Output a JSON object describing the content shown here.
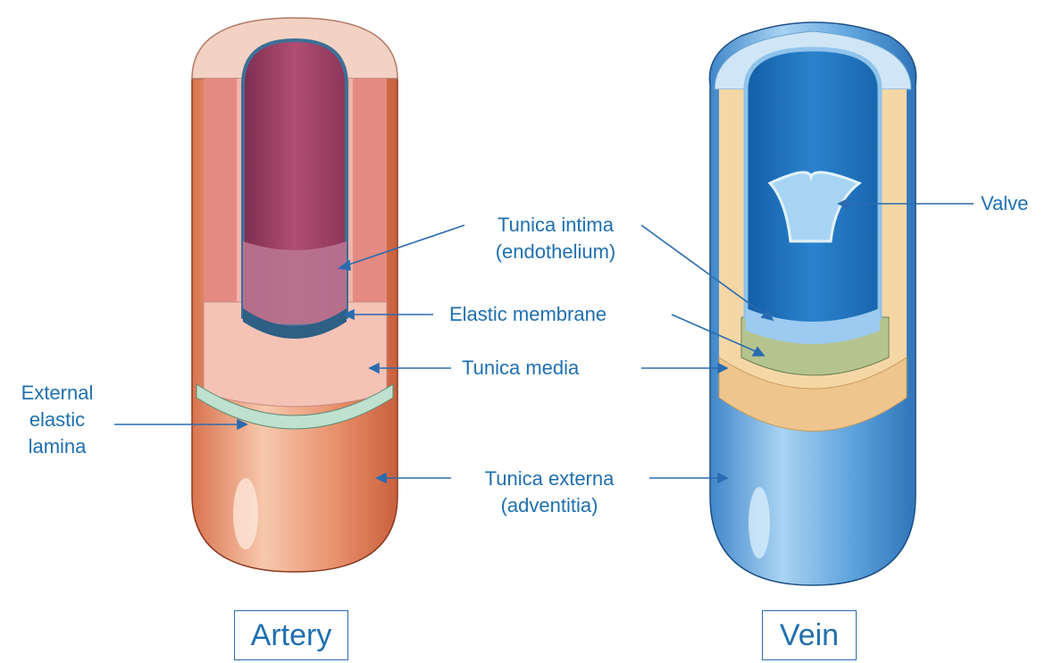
{
  "labels": {
    "tunica_intima": [
      "Tunica intima",
      "(endothelium)"
    ],
    "elastic_membrane": "Elastic membrane",
    "tunica_media": "Tunica media",
    "external_elastic_lamina": [
      "External",
      "elastic",
      "lamina"
    ],
    "tunica_externa": [
      "Tunica externa",
      "(adventitia)"
    ],
    "valve": "Valve"
  },
  "captions": {
    "artery": "Artery",
    "vein": "Vein"
  },
  "colors": {
    "label_text": "#1f6fb0",
    "leader_line": "#2a6bb0",
    "artery_outer": "#e48a63",
    "artery_media": "#f1b4ab",
    "artery_lumen": "#9c3f61",
    "vein_outer": "#5ea3dc",
    "vein_media": "#f5d7a6",
    "vein_lumen": "#1e73bd"
  }
}
